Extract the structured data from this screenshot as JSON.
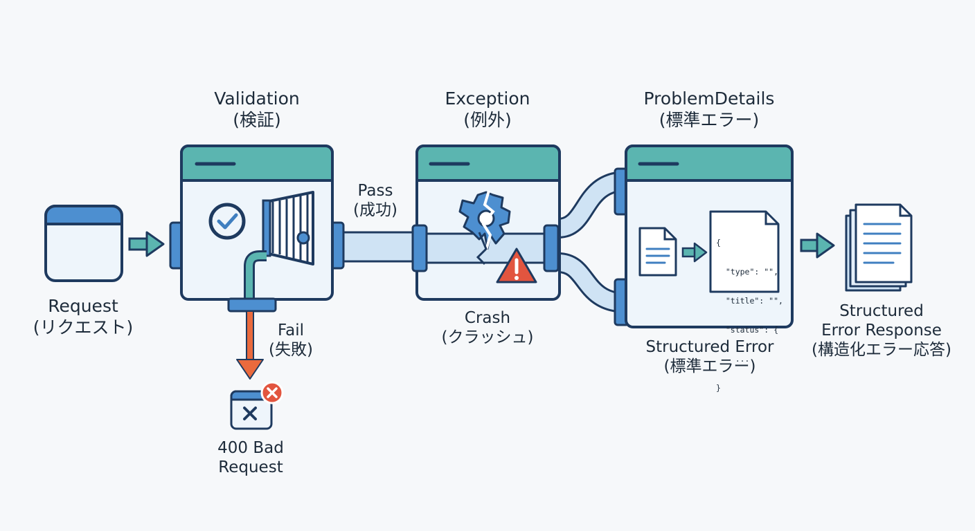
{
  "labels": {
    "request": {
      "line1": "Request",
      "line2": "(リクエスト)"
    },
    "validation": {
      "line1": "Validation",
      "line2": "(検証)"
    },
    "pass": {
      "line1": "Pass",
      "line2": "(成功)"
    },
    "fail": {
      "line1": "Fail",
      "line2": "(失敗)"
    },
    "bad_request": {
      "line1": "400 Bad",
      "line2": "Request"
    },
    "exception": {
      "line1": "Exception",
      "line2": "(例外)"
    },
    "crash": {
      "line1": "Crash",
      "line2": "(クラッシュ)"
    },
    "problem_details": {
      "line1": "ProblemDetails",
      "line2": "(標準エラー)"
    },
    "structured_error": {
      "line1": "Structured Error",
      "line2": "(標準エラー)"
    },
    "response": {
      "line1": "Structured",
      "line2": "Error Response",
      "line3": "(構造化エラー応答)"
    }
  },
  "json_snippet": {
    "line1": "{",
    "line2": "  \"type\": \"\",",
    "line3": "  \"title\": \"\",",
    "line4": "  \"status\": {",
    "line5": "    ...",
    "line6": "}"
  },
  "colors": {
    "outline": "#1e3a5f",
    "panel_header": "#5bb5b0",
    "panel_body": "#eef5fb",
    "pipe": "#cfe3f4",
    "connector": "#3f7fc0",
    "arrow_teal": "#5bb5b0",
    "fail_arrow": "#ea6a3d",
    "error_red": "#e2553f"
  }
}
